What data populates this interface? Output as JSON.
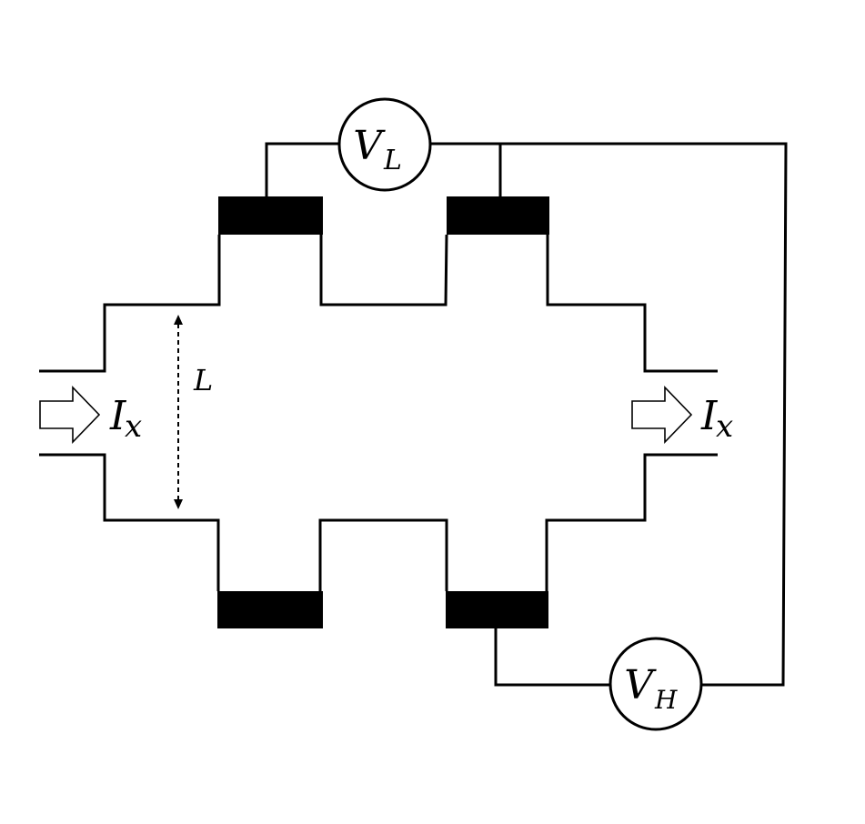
{
  "labels": {
    "voltmeter_longitudinal": {
      "main": "V",
      "sub": "L"
    },
    "voltmeter_hall": {
      "main": "V",
      "sub": "H"
    },
    "current_in": {
      "main": "I",
      "sub": "x"
    },
    "current_out": {
      "main": "I",
      "sub": "x"
    },
    "width": "L"
  },
  "colors": {
    "stroke": "#000000",
    "contact": "#000000",
    "background": "#ffffff"
  }
}
